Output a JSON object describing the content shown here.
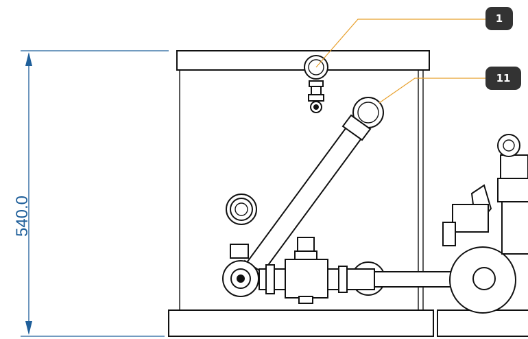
{
  "dimension": {
    "value_label": "540.0",
    "color": "#1f5f9a"
  },
  "callouts": [
    {
      "label": "1"
    },
    {
      "label": "11"
    }
  ],
  "colors": {
    "leader": "#e8a02c",
    "tag": "#333333",
    "line": "#111111"
  }
}
